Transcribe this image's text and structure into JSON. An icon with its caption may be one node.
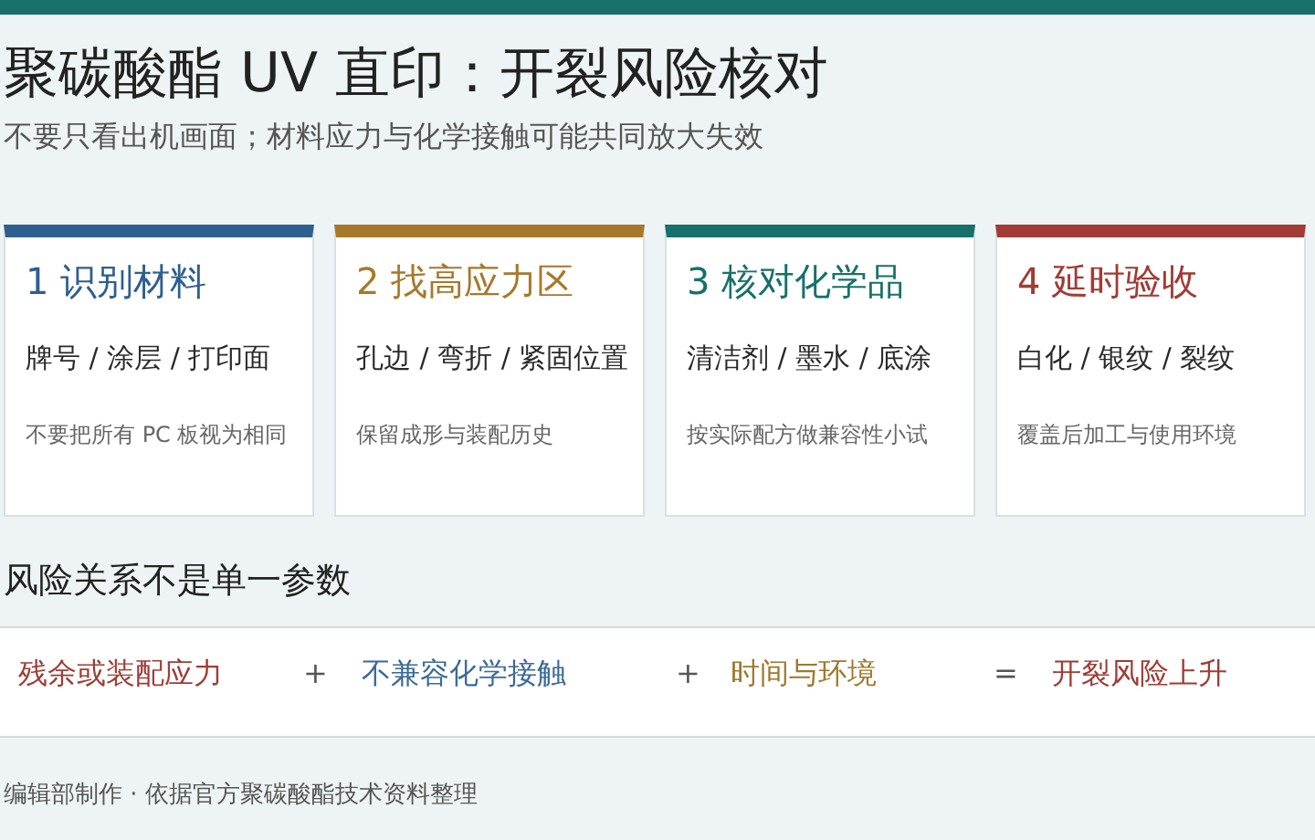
{
  "diagram": {
    "title": "聚碳酸酯 UV 直印：开裂风险核对",
    "nodes": [
      {
        "text": [
          "1 识别材料",
          "牌号 / 涂层 / 打印面",
          "不要把所有 PC 板视为相同"
        ]
      },
      {
        "text": [
          "2 找高应力区",
          "孔边 / 弯折 / 紧固位置",
          "保留成形与装配历史"
        ]
      },
      {
        "text": [
          "3 核对化学品",
          "清洁剂 / 墨水 / 底涂",
          "按实际配方做兼容性小试"
        ]
      },
      {
        "text": [
          "4 延时验收",
          "白化 / 银纹 / 裂纹",
          "覆盖后加工与使用环境"
        ]
      },
      {
        "text": [
          "残余或装配应力",
          "+",
          "不兼容化学接触",
          "+",
          "时间与环境",
          "=",
          "开裂风险上升"
        ]
      }
    ],
    "labels": [
      "不要只看出机画面；材料应力与化学接触可能共同放大失效",
      "风险关系不是单一参数",
      "编辑部制作 · 依据官方聚碳酸酯技术资料整理"
    ]
  }
}
